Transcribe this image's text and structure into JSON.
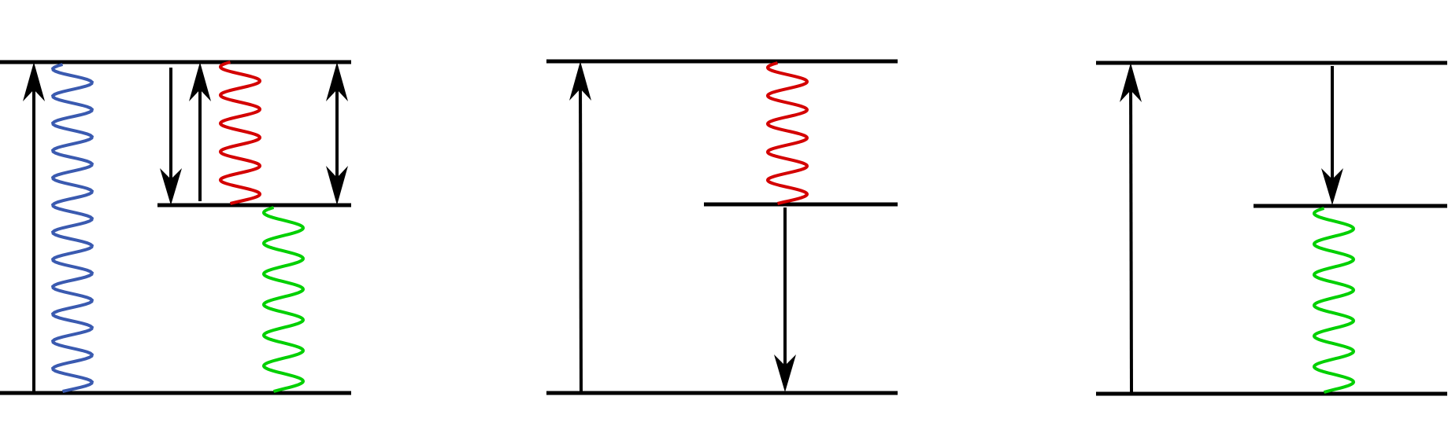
{
  "colors": {
    "line": "#000000",
    "photon_blue": "#3a5ab0",
    "photon_red": "#d40000",
    "photon_green": "#00d000",
    "background": "#ffffff"
  },
  "diagrams": [
    {
      "name": "three-level-diagram-full",
      "levels": [
        "ground",
        "intermediate",
        "excited"
      ],
      "transitions": [
        {
          "kind": "arrow",
          "from": "ground",
          "to": "excited"
        },
        {
          "kind": "photon",
          "color": "blue",
          "between": [
            "ground",
            "excited"
          ]
        },
        {
          "kind": "arrow",
          "from": "excited",
          "to": "intermediate"
        },
        {
          "kind": "arrow",
          "from": "intermediate",
          "to": "excited"
        },
        {
          "kind": "photon",
          "color": "red",
          "between": [
            "intermediate",
            "excited"
          ]
        },
        {
          "kind": "photon",
          "color": "green",
          "between": [
            "ground",
            "intermediate"
          ]
        },
        {
          "kind": "double-arrow",
          "between": [
            "intermediate",
            "excited"
          ]
        }
      ]
    },
    {
      "name": "three-level-diagram-red-emission",
      "levels": [
        "ground",
        "intermediate",
        "excited"
      ],
      "transitions": [
        {
          "kind": "arrow",
          "from": "ground",
          "to": "excited"
        },
        {
          "kind": "photon",
          "color": "red",
          "between": [
            "intermediate",
            "excited"
          ]
        },
        {
          "kind": "arrow",
          "from": "intermediate",
          "to": "ground"
        }
      ]
    },
    {
      "name": "three-level-diagram-green-emission",
      "levels": [
        "ground",
        "intermediate",
        "excited"
      ],
      "transitions": [
        {
          "kind": "arrow",
          "from": "ground",
          "to": "excited"
        },
        {
          "kind": "arrow",
          "from": "excited",
          "to": "intermediate"
        },
        {
          "kind": "photon",
          "color": "green",
          "between": [
            "ground",
            "intermediate"
          ]
        }
      ]
    }
  ]
}
